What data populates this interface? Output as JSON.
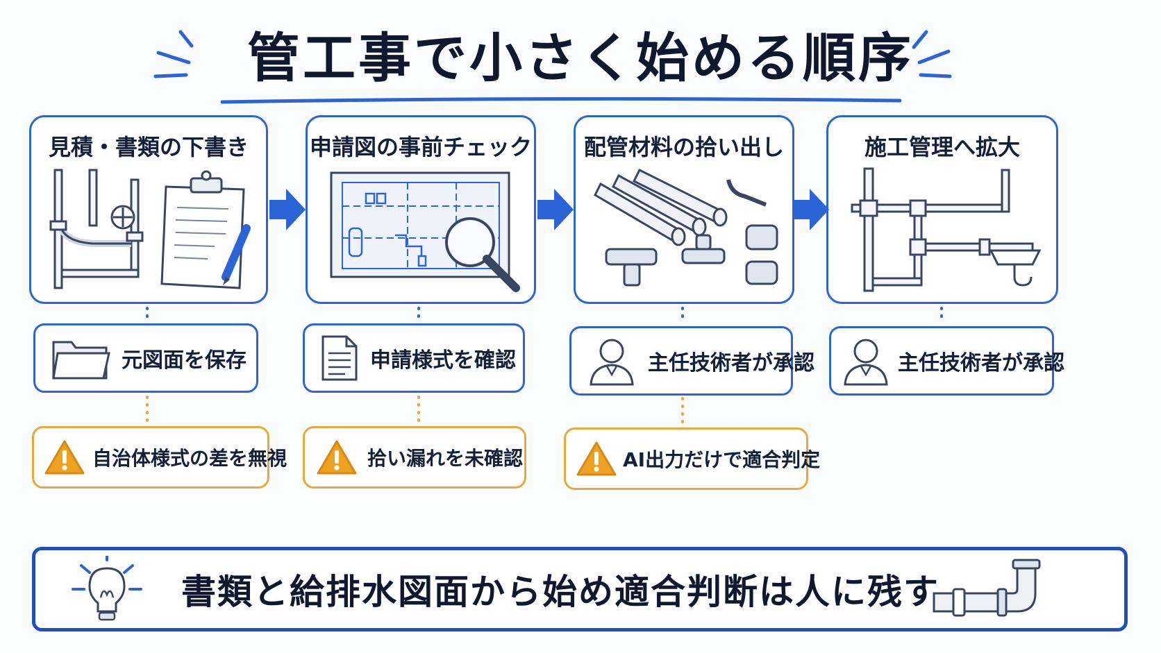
{
  "title": "管工事で小さく始める順序",
  "steps": [
    {
      "title": "見積・書類の下書き",
      "art": "pipes-and-clipboard"
    },
    {
      "title": "申請図の事前チェック",
      "art": "blueprint-with-magnifier"
    },
    {
      "title": "配管材料の拾い出し",
      "art": "pipes-and-fittings"
    },
    {
      "title": "施工管理へ拡大",
      "art": "plumbing-system"
    }
  ],
  "checks": [
    {
      "label": "元図面を保存",
      "icon": "folder-icon"
    },
    {
      "label": "申請様式を確認",
      "icon": "document-icon"
    },
    {
      "label": "主任技術者が承認",
      "icon": "engineer-icon"
    },
    {
      "label": "主任技術者が承認",
      "icon": "engineer-icon"
    }
  ],
  "warnings": [
    {
      "label": "自治体様式の差を無視",
      "icon": "warning-icon"
    },
    {
      "label": "拾い漏れを未確認",
      "icon": "warning-icon"
    },
    {
      "label": "AI出力だけで適合判定",
      "icon": "warning-icon"
    }
  ],
  "summary": {
    "text": "書類と給排水図面から始め適合判断は人に残す",
    "left_icon": "lightbulb-icon",
    "right_icon": "pipe-elbow-icon"
  },
  "colors": {
    "primary_blue": "#2a64d6",
    "dark_blue": "#1f4fb8",
    "warning_orange": "#e9a93a",
    "text": "#14203a"
  }
}
